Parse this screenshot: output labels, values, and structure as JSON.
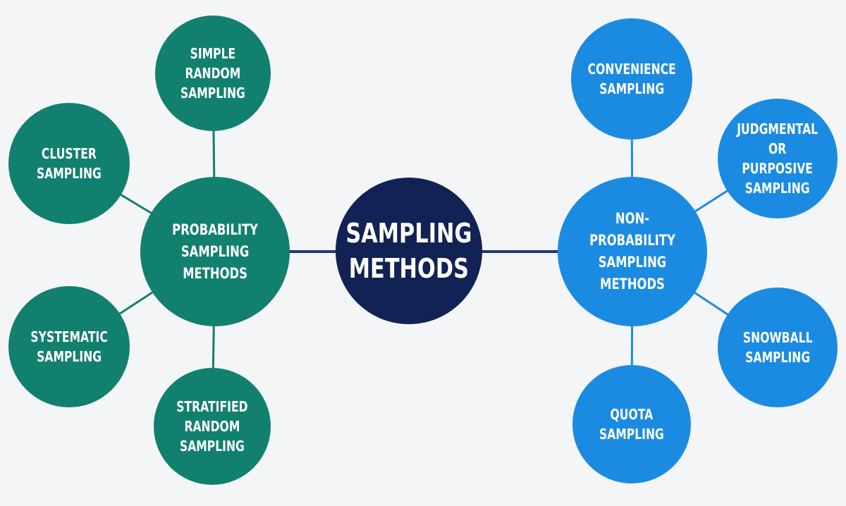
{
  "colors": {
    "background": "#f4f5f7",
    "center": "#122254",
    "probability": "#12806f",
    "non_probability": "#1b8be2",
    "connector_dark": "#223a67",
    "connector_teal": "#12806f",
    "connector_blue": "#1b8be2"
  },
  "center": {
    "label": "SAMPLING\nMETHODS"
  },
  "probability": {
    "hub_label": "PROBABILITY\nSAMPLING\nMETHODS",
    "items": [
      {
        "label": "SIMPLE\nRANDOM\nSAMPLING"
      },
      {
        "label": "CLUSTER\nSAMPLING"
      },
      {
        "label": "SYSTEMATIC\nSAMPLING"
      },
      {
        "label": "STRATIFIED\nRANDOM\nSAMPLING"
      }
    ]
  },
  "non_probability": {
    "hub_label": "NON-PROBABILITY\nSAMPLING\nMETHODS",
    "items": [
      {
        "label": "CONVENIENCE\nSAMPLING"
      },
      {
        "label": "JUDGMENTAL\nOR PURPOSIVE\nSAMPLING"
      },
      {
        "label": "SNOWBALL\nSAMPLING"
      },
      {
        "label": "QUOTA\nSAMPLING"
      }
    ]
  }
}
